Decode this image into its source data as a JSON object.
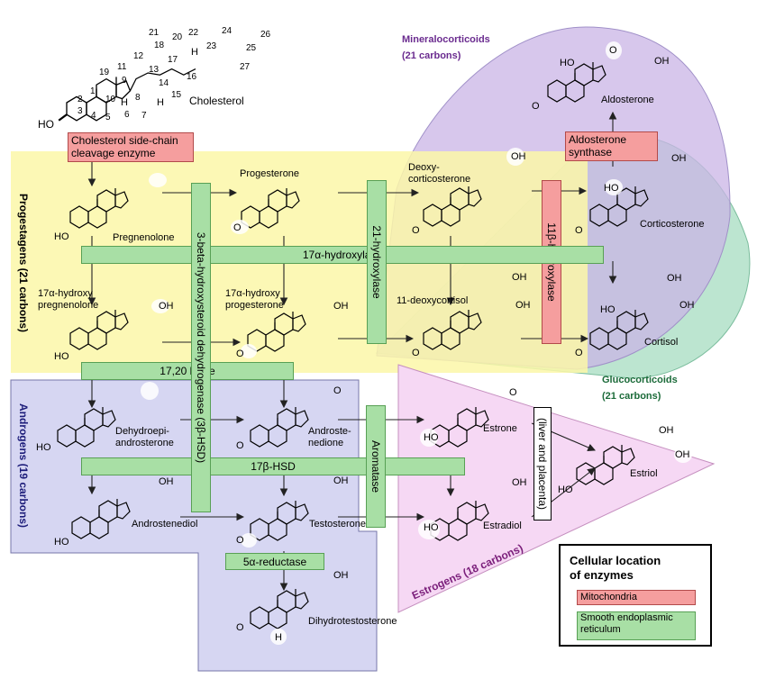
{
  "colors": {
    "progestagens": "#fbf7a8",
    "androgens": "#d6d6f2",
    "estrogens": "#f6d8f4",
    "mineralocorticoids": "#c9b4e6",
    "glucocorticoids": "#a6dcc0",
    "mitochondria": "#f59e9e",
    "smooth_er": "#a8dfa5"
  },
  "regions": {
    "mineralocorticoids": "Mineralocorticoids",
    "mineralocorticoids_carbons": "(21 carbons)",
    "glucocorticoids": "Glucocorticoids",
    "glucocorticoids_carbons": "(21 carbons)",
    "progestagens": "Progestagens (21 carbons)",
    "androgens": "Androgens (19 carbons)",
    "estrogens": "Estrogens (18 carbons)"
  },
  "compounds": {
    "cholesterol": "Cholesterol",
    "pregnenolone": "Pregnenolone",
    "progesterone": "Progesterone",
    "deoxycorticosterone": "Deoxy-\ncorticosterone",
    "corticosterone": "Corticosterone",
    "aldosterone": "Aldosterone",
    "hydroxypregnenolone": "17α-hydroxy\npregnenolone",
    "hydroxyprogesterone": "17α-hydroxy\nprogesterone",
    "deoxycortisol": "11-deoxycortisol",
    "cortisol": "Cortisol",
    "dhea": "Dehydroepi-\nandrosterone",
    "androstenedione": "Androste-\nnedione",
    "estrone": "Estrone",
    "estriol": "Estriol",
    "androstenediol": "Androstenediol",
    "testosterone": "Testosterone",
    "estradiol": "Estradiol",
    "dht": "Dihydrotestosterone"
  },
  "enzymes": {
    "scc": "Cholesterol side-chain\ncleavage enzyme",
    "aldosterone_synthase": "Aldosterone\nsynthase",
    "hydroxylase17a": "17α-hydroxylase",
    "lyase1720": "17,20 lyase",
    "hsd17b": "17β-HSD",
    "reductase5a": "5α-reductase",
    "hsd3b": "3-beta-hydroxysteroid dehydrogenase (3β-HSD)",
    "hydroxylase21": "21-hydroxylase",
    "hydroxylase11b": "11β-hydroxylase",
    "aromatase": "Aromatase",
    "liver_placenta": "(liver and placenta)"
  },
  "atoms": {
    "ho": "HO",
    "oh": "OH",
    "o": "O",
    "h": "H"
  },
  "cholesterol_numbers": [
    "1",
    "2",
    "3",
    "4",
    "5",
    "6",
    "7",
    "8",
    "9",
    "10",
    "11",
    "12",
    "13",
    "14",
    "15",
    "16",
    "17",
    "18",
    "19",
    "20",
    "21",
    "22",
    "23",
    "24",
    "25",
    "26",
    "27"
  ],
  "legend": {
    "title": "Cellular location\nof enzymes",
    "mitochondria": "Mitochondria",
    "smooth_er": "Smooth endoplasmic\nreticulum"
  }
}
